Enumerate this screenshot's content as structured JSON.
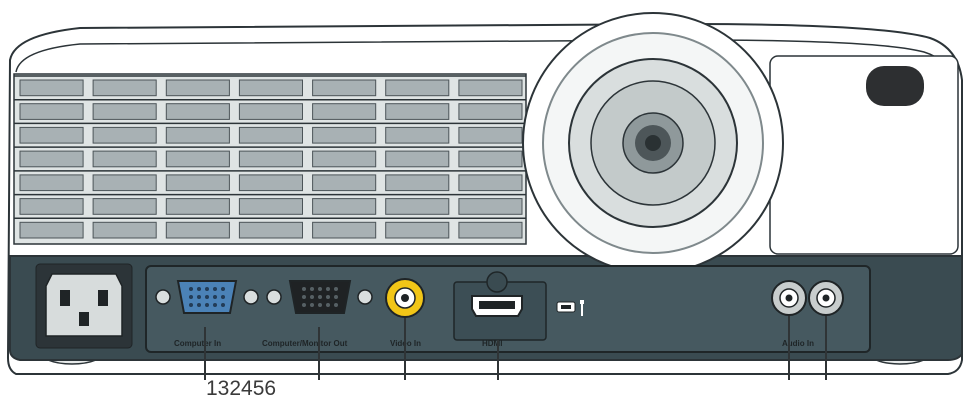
{
  "figure": {
    "callout_sequence": "132456"
  },
  "ports": {
    "computer_in": "Computer In",
    "computer_out": "Computer/Monitor Out",
    "video_in": "Video In",
    "hdmi": "HDMI",
    "audio_in": "Audio In"
  },
  "icons": {
    "power_inlet": "power-inlet-icon",
    "usb": "mini-usb-icon",
    "service": "wrench-icon"
  },
  "colors": {
    "panel": "#3a4b51",
    "video_ring": "#f2c617",
    "housing": "#ffffff",
    "vent": "#a8b1b4",
    "port_blue": "#4b82b7"
  }
}
